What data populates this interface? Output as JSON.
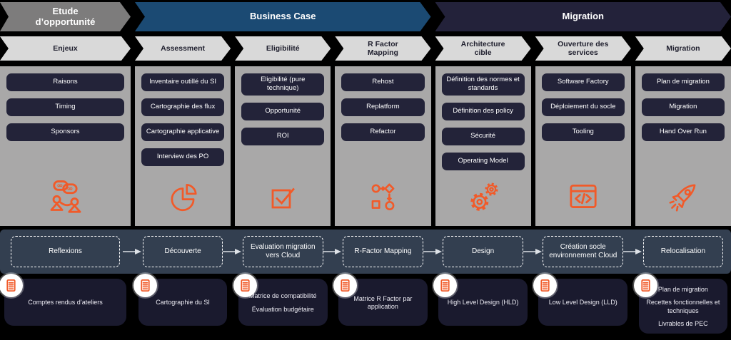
{
  "colors": {
    "accent": "#F15A29",
    "phase-gray": "#7D7C7C",
    "phase-blue": "#1B4A73",
    "phase-navy": "#23223A",
    "chevron-bg": "#D9D9D9",
    "panel-bg": "#A9A8A8",
    "pill-bg": "#232339",
    "band-bg": "#333F50",
    "card-bg": "#1A1A2E"
  },
  "phases": [
    {
      "label": "Etude d’opportunité"
    },
    {
      "label": "Business Case"
    },
    {
      "label": "Migration"
    }
  ],
  "columns": [
    {
      "header": "Enjeux",
      "icon": "discussion-icon",
      "items": [
        "Raisons",
        "Timing",
        "Sponsors"
      ]
    },
    {
      "header": "Assessment",
      "icon": "pie-chart-icon",
      "items": [
        "Inventaire outillé du SI",
        "Cartographie des flux",
        "Cartographie applicative",
        "Interview des PO"
      ]
    },
    {
      "header": "Eligibilité",
      "icon": "checkbox-icon",
      "items": [
        "Eligibilité (pure technique)",
        "Opportunité",
        "ROI"
      ]
    },
    {
      "header": "R Factor Mapping",
      "icon": "workflow-icon",
      "items": [
        "Rehost",
        "Replatform",
        "Refactor"
      ]
    },
    {
      "header": "Architecture cible",
      "icon": "gears-icon",
      "items": [
        "Définition des normes et standards",
        "Définition des policy",
        "Sécurité",
        "Operating Model"
      ]
    },
    {
      "header": "Ouverture des services",
      "icon": "code-window-icon",
      "items": [
        "Software Factory",
        "Déploiement du socle",
        "Tooling"
      ]
    },
    {
      "header": "Migration",
      "icon": "rocket-icon",
      "items": [
        "Plan de migration",
        "Migration",
        "Hand Over Run"
      ]
    }
  ],
  "flow_steps": [
    "Reflexions",
    "Découverte",
    "Evaluation migration vers Cloud",
    "R-Factor Mapping",
    "Design",
    "Création socle environnement Cloud",
    "Relocalisation"
  ],
  "deliverables": [
    {
      "icon": "document-icon",
      "items": [
        "Comptes rendus d’ateliers"
      ]
    },
    {
      "icon": "document-icon",
      "items": [
        "Cartographie du SI"
      ]
    },
    {
      "icon": "document-icon",
      "items": [
        "Matrice de compatibilité",
        "Évaluation budgétaire"
      ]
    },
    {
      "icon": "document-icon",
      "items": [
        "Matrice R Factor par application"
      ]
    },
    {
      "icon": "document-icon",
      "items": [
        "High Level Design (HLD)"
      ]
    },
    {
      "icon": "document-icon",
      "items": [
        "Low Level Design (LLD)"
      ]
    },
    {
      "icon": "document-icon",
      "items": [
        "Plan de migration",
        "Recettes fonctionnelles et techniques",
        "Livrables de PEC"
      ]
    }
  ]
}
